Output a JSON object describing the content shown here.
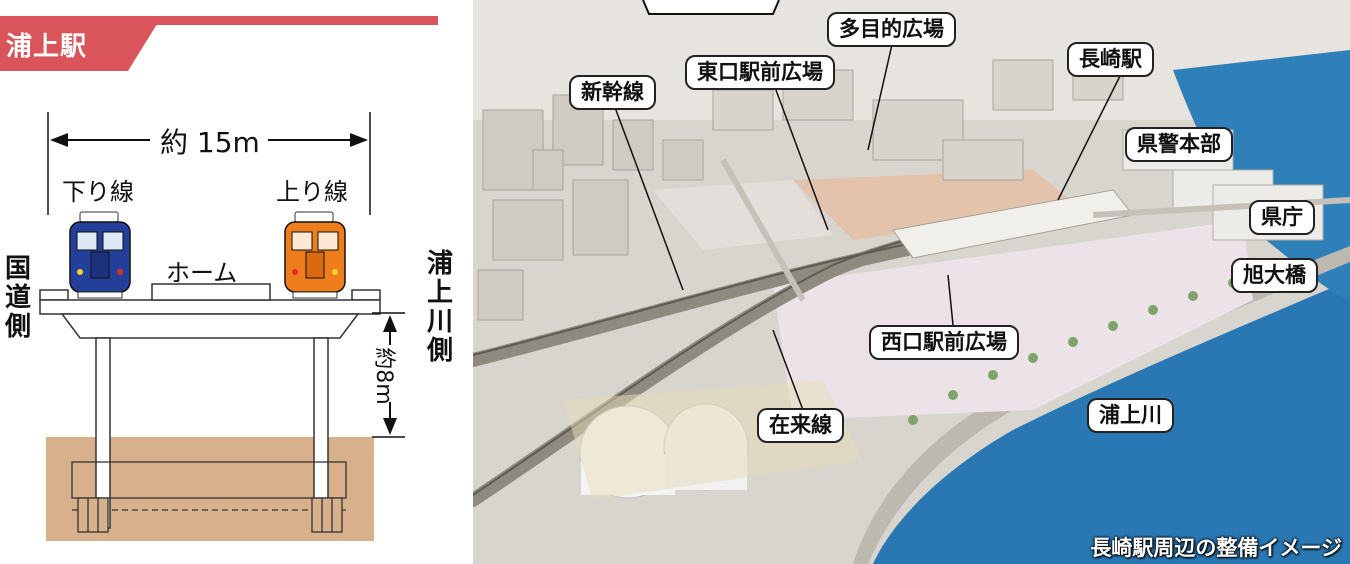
{
  "section_title": "浦上駅",
  "cross_section": {
    "width_label": "約 15m",
    "down_line": "下り線",
    "up_line": "上り線",
    "platform": "ホーム",
    "left_side": "国道側",
    "right_side": "浦上川側",
    "height_label": "約8m",
    "colors": {
      "down_train": "#243f9a",
      "up_train": "#ee7d1c",
      "ground": "#d8b08c",
      "header": "#d9545b"
    }
  },
  "model": {
    "callouts": {
      "shinkansen": "新幹線",
      "east_plaza": "東口駅前広場",
      "multipurpose_plaza": "多目的広場",
      "nagasaki_station": "長崎駅",
      "police_hq": "県警本部",
      "prefectural_office": "県庁",
      "asahi_bridge": "旭大橋",
      "west_plaza": "西口駅前広場",
      "conventional_line": "在来線",
      "urakami_river": "浦上川"
    },
    "caption": "長崎駅周辺の整備イメージ",
    "colors": {
      "river": "#2a78b3",
      "ground": "#d8d4ce"
    }
  }
}
